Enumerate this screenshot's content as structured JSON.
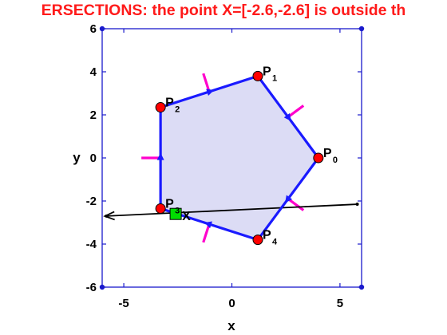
{
  "chart_data": {
    "type": "scatter",
    "title": "ERSECTIONS: the point X=[-2.6,-2.6] is outside th",
    "xlabel": "x",
    "ylabel": "y",
    "xlim": [
      -6,
      6
    ],
    "ylim": [
      -6,
      6
    ],
    "xticks": [
      "-5",
      "0",
      "5"
    ],
    "xtick_values": [
      -5,
      0,
      5
    ],
    "yticks": [
      "6",
      "4",
      "2",
      "0",
      "-2",
      "-4",
      "-6"
    ],
    "ytick_values": [
      6,
      4,
      2,
      0,
      -2,
      -4,
      -6
    ],
    "grid": false,
    "polygon": {
      "vertices": [
        {
          "name": "P",
          "sub": "0",
          "x": 4.0,
          "y": 0.0
        },
        {
          "name": "P",
          "sub": "1",
          "x": 1.2,
          "y": 3.8
        },
        {
          "name": "P",
          "sub": "2",
          "x": -3.3,
          "y": 2.35
        },
        {
          "name": "P",
          "sub": "3",
          "x": -3.3,
          "y": -2.35
        },
        {
          "name": "P",
          "sub": "4",
          "x": 1.2,
          "y": -3.8
        }
      ],
      "fill_color": "#dcdcf5",
      "edge_color": "#1a1aff",
      "vertex_color": "#ff0000",
      "normal_color": "#ff00cc"
    },
    "query_point": {
      "label": "X",
      "x": -2.6,
      "y": -2.6,
      "color": "#00dd00"
    },
    "ray": {
      "from": [
        5.8,
        -2.15
      ],
      "to": [
        -5.8,
        -2.7
      ],
      "color": "#000000"
    },
    "axis_color": "#1a1acc"
  }
}
